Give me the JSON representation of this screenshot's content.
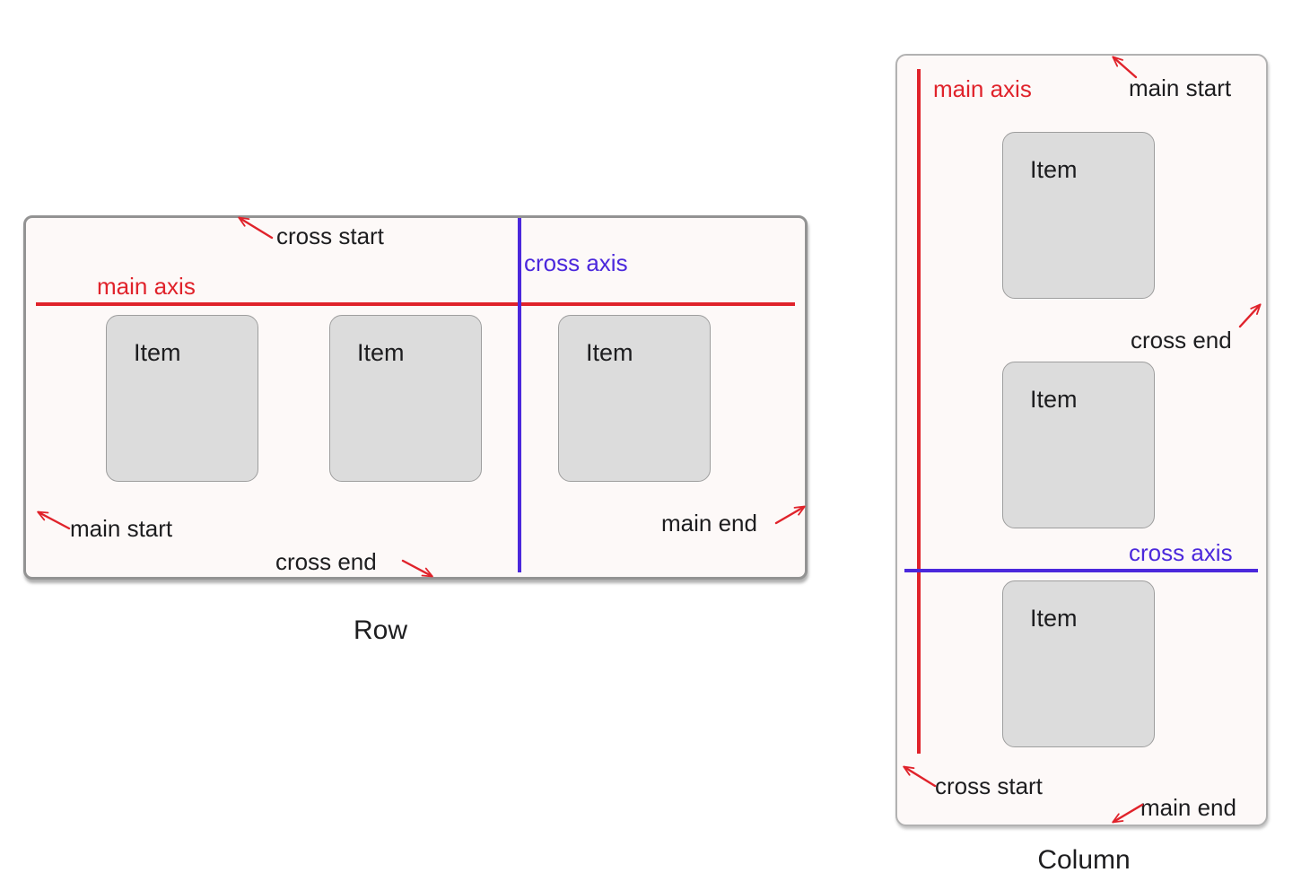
{
  "colors": {
    "main_axis_red": "#e0232b",
    "cross_axis_blue": "#4b28dc",
    "arrow_red": "#e0232b",
    "item_fill": "#dcdcdc",
    "container_fill": "#fdf9f8"
  },
  "row_diagram": {
    "title": "Row",
    "main_axis_label": "main axis",
    "cross_axis_label": "cross axis",
    "cross_start_label": "cross start",
    "cross_end_label": "cross end",
    "main_start_label": "main start",
    "main_end_label": "main end",
    "items": [
      {
        "label": "Item"
      },
      {
        "label": "Item"
      },
      {
        "label": "Item"
      }
    ]
  },
  "column_diagram": {
    "title": "Column",
    "main_axis_label": "main axis",
    "cross_axis_label": "cross axis",
    "cross_start_label": "cross start",
    "cross_end_label": "cross end",
    "main_start_label": "main start",
    "main_end_label": "main end",
    "items": [
      {
        "label": "Item"
      },
      {
        "label": "Item"
      },
      {
        "label": "Item"
      }
    ]
  }
}
